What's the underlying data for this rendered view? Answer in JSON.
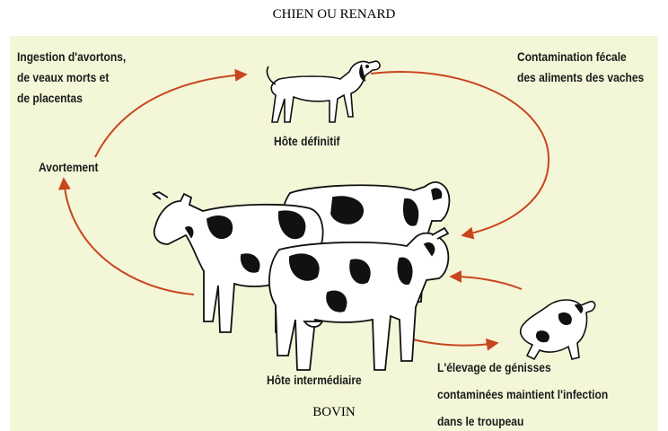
{
  "header": {
    "title": "CHIEN OU RENARD"
  },
  "footer": {
    "title": "BOVIN"
  },
  "labels": {
    "ingestion": [
      "Ingestion d'avortons,",
      "de veaux morts et",
      "de placentas"
    ],
    "contamination": [
      "Contamination fécale",
      "des aliments des vaches"
    ],
    "definitive_host": "Hôte définitif",
    "abortion": "Avortement",
    "intermediate_host": "Hôte intermédiaire",
    "heifers": [
      "L'élevage de génisses",
      "contaminées maintient l'infection",
      "dans le troupeau"
    ]
  },
  "colors": {
    "panel_bg": "#f4f6d8",
    "arrow": "#c8461e",
    "animal_fill": "#ffffff",
    "animal_spots": "#111111"
  }
}
